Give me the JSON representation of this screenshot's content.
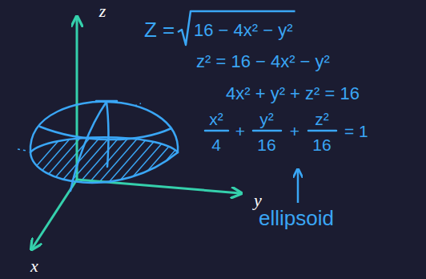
{
  "diagram": {
    "labels": [
      "z",
      "y",
      "x",
      "Z =",
      "16 − 4x² − y²",
      "z² = 16 − 4x² − y²",
      "4x² + y² + z² = 16",
      "x²",
      "4",
      "+",
      "y²",
      "16",
      "+",
      "z²",
      "16",
      "= 1",
      "ellipsoid"
    ]
  }
}
